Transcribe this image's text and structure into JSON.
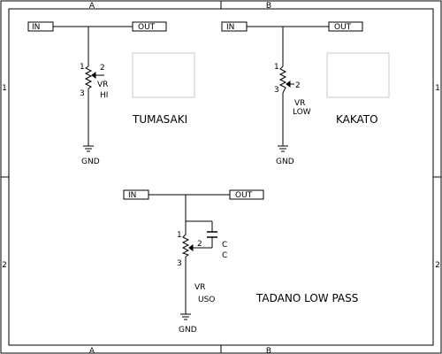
{
  "frame": {
    "col_labels": [
      "A",
      "B"
    ],
    "row_labels": [
      "1",
      "2"
    ]
  },
  "circuits": [
    {
      "port_in": "IN",
      "port_out": "OUT",
      "pin1": "1",
      "pin2": "2",
      "pin3": "3",
      "part_label": "VR",
      "part_value": "HI",
      "ground": "GND",
      "title": "TUMASAKI"
    },
    {
      "port_in": "IN",
      "port_out": "OUT",
      "pin1": "1",
      "pin2": "2",
      "pin3": "3",
      "part_label": "VR",
      "part_value": "LOW",
      "ground": "GND",
      "title": "KAKATO"
    },
    {
      "port_in": "IN",
      "port_out": "OUT",
      "pin1": "1",
      "pin2": "2",
      "pin3": "3",
      "part_label": "VR",
      "part_value": "USO",
      "cap_label": "C",
      "cap_value": "C",
      "ground": "GND",
      "title": "TADANO LOW PASS"
    }
  ]
}
